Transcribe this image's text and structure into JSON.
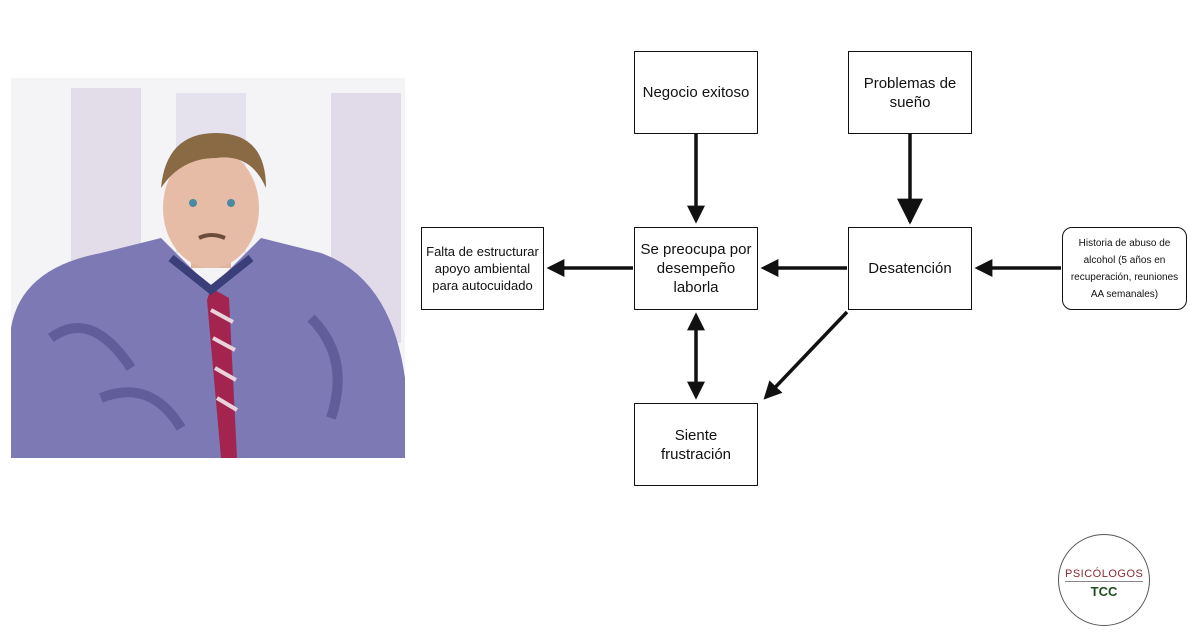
{
  "portrait": {
    "description_icon": "watercolor-portrait"
  },
  "nodes": {
    "negocio": "Negocio exitoso",
    "sueno": "Problemas de sueño",
    "falta": "Falta de estructurar apoyo ambiental para autocuidado",
    "preocupa": "Se preocupa por desempeño laborla",
    "desatencion": "Desatención",
    "historia": "Historia de abuso de alcohol (5 años en recuperación, reuniones AA semanales)",
    "frustracion": "Siente frustración"
  },
  "logo": {
    "line1": "PSICÓLOGOS",
    "line2": "TCC"
  }
}
